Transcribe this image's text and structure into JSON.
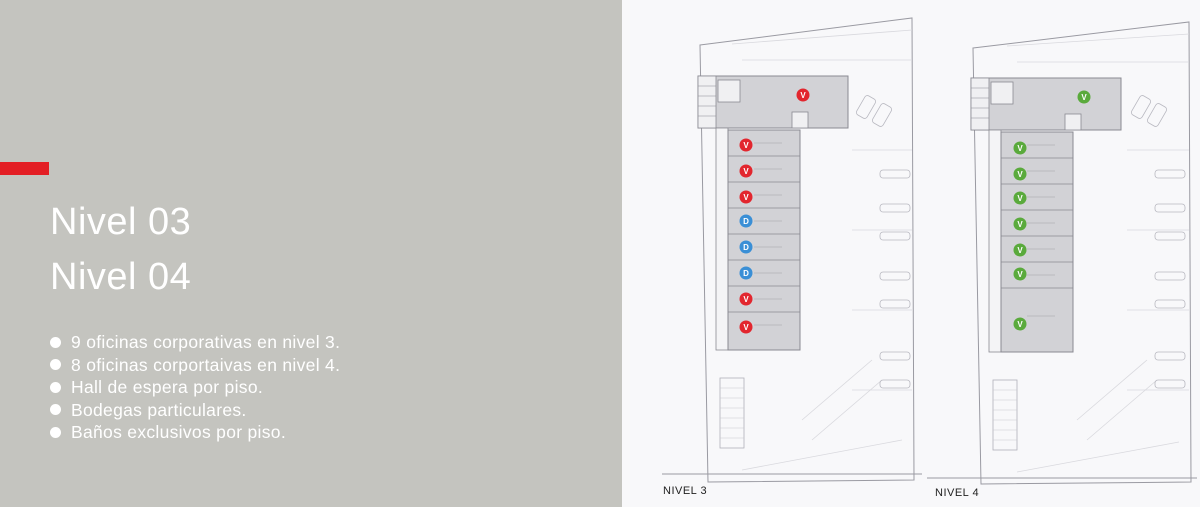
{
  "left_panel": {
    "accent_color": "#e31e24",
    "heading_lines": [
      "Nivel 03",
      "Nivel 04"
    ],
    "bullets": [
      "9 oficinas corporativas en nivel 3.",
      "8 oficinas corportaivas en nivel 4.",
      "Hall de espera por piso.",
      "Bodegas particulares.",
      "Baños exclusivos por piso."
    ]
  },
  "floor_plans": {
    "nivel_3": {
      "label": "NIVEL 3",
      "markers": [
        "V",
        "V",
        "V",
        "V",
        "D",
        "D",
        "D",
        "V",
        "V"
      ]
    },
    "nivel_4": {
      "label": "NIVEL 4",
      "markers": [
        "V",
        "V",
        "V",
        "V",
        "V",
        "V",
        "V",
        "V"
      ]
    },
    "marker_colors": {
      "red": "#e2262e",
      "blue": "#3a8fd6",
      "green": "#5aaa3c"
    }
  }
}
